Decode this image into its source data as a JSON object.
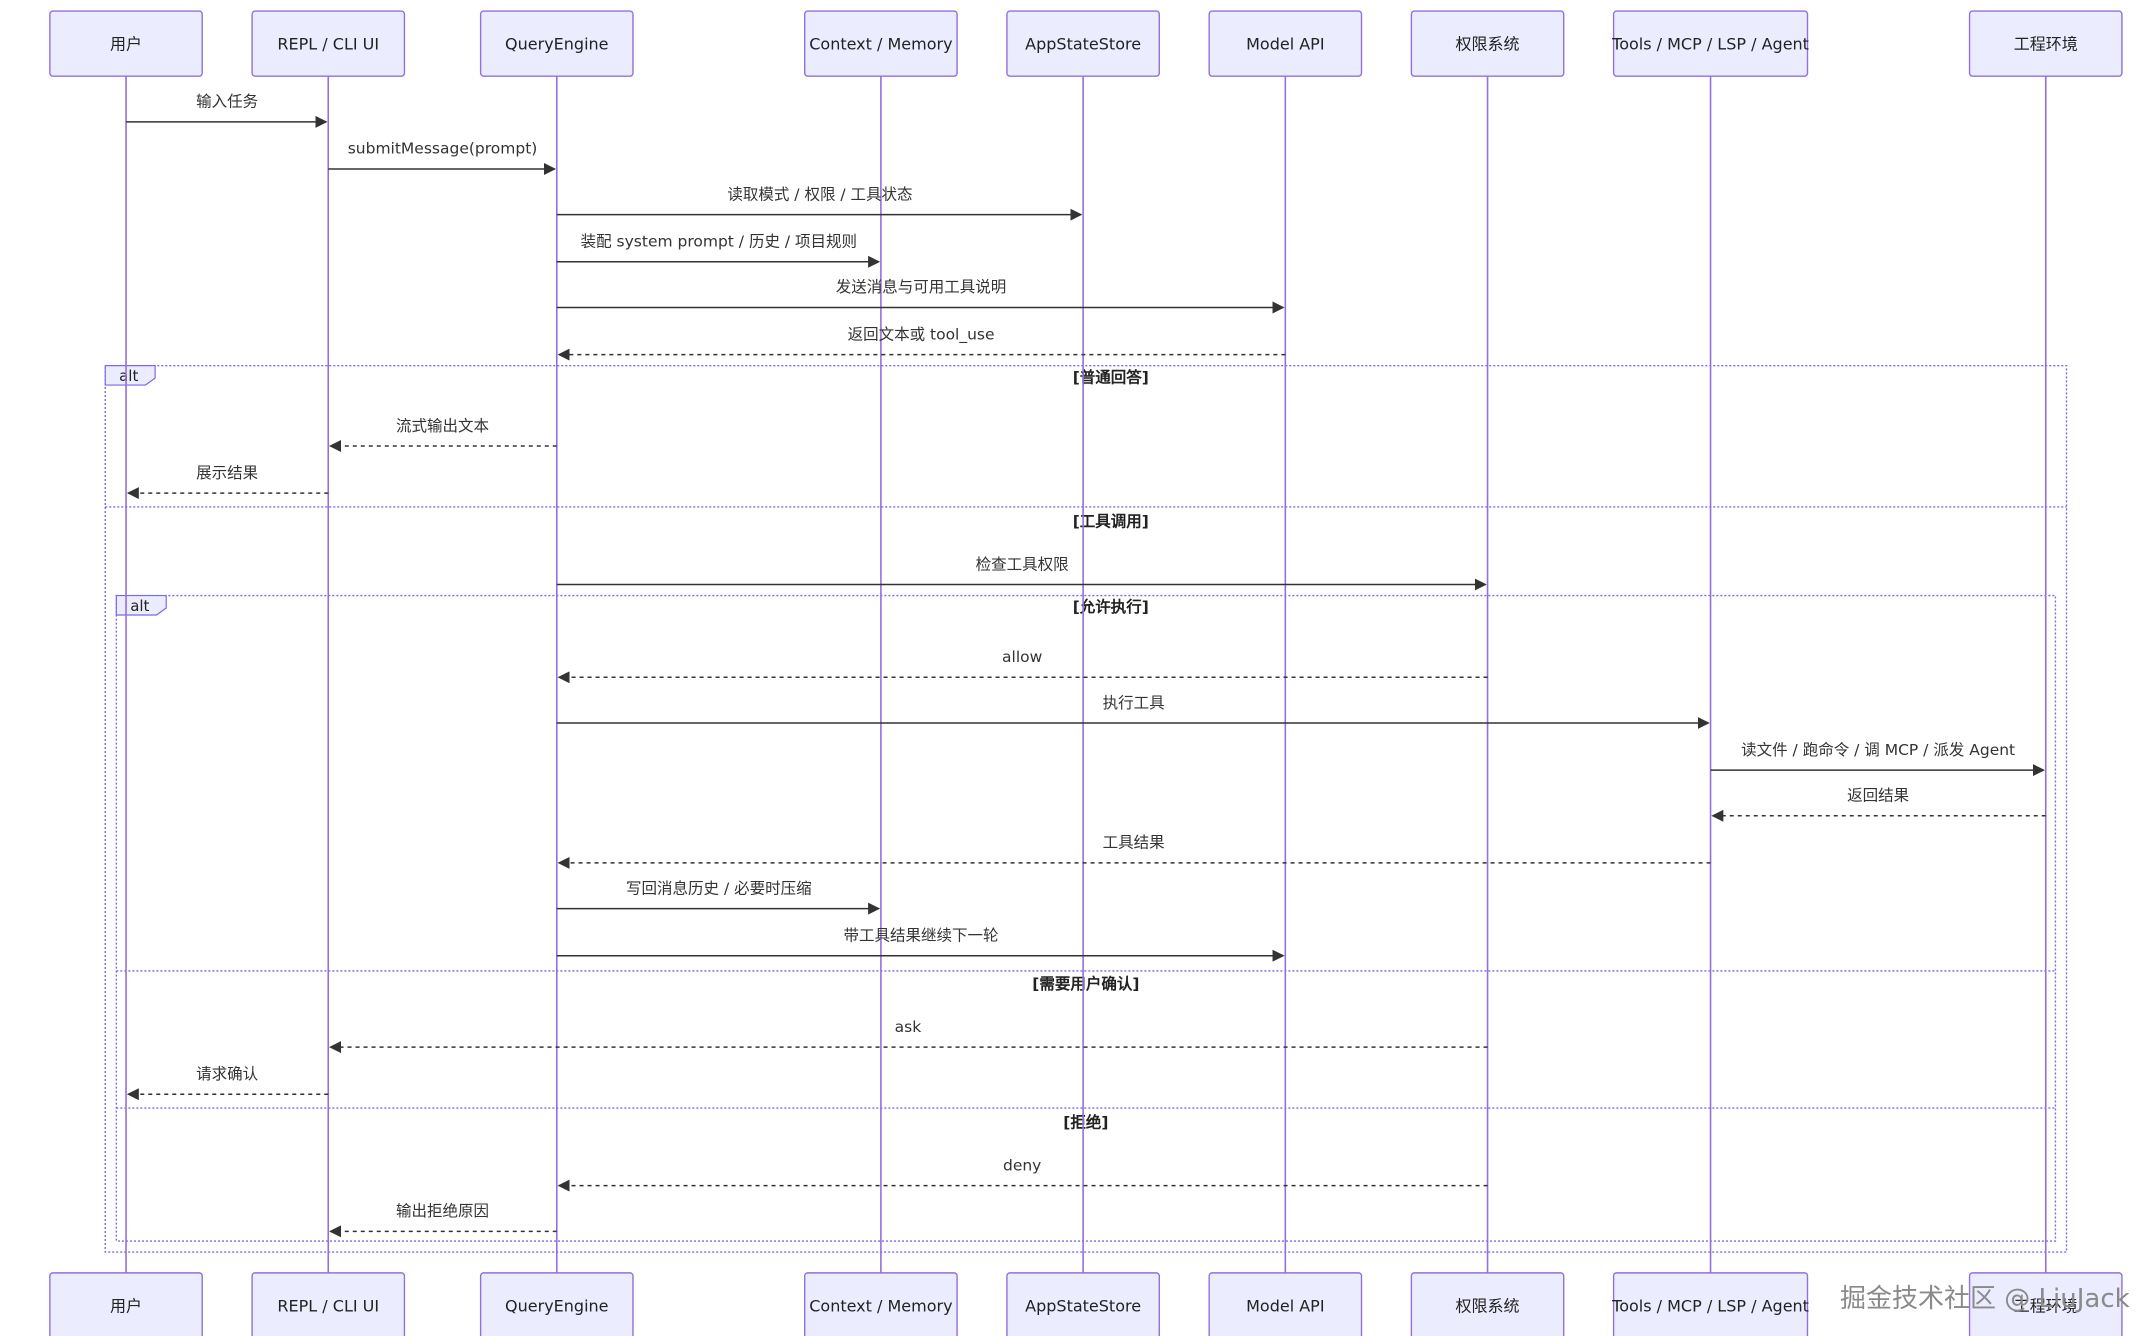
{
  "participants": [
    {
      "id": "user",
      "label": "用户"
    },
    {
      "id": "repl",
      "label": "REPL / CLI UI"
    },
    {
      "id": "qe",
      "label": "QueryEngine"
    },
    {
      "id": "ctx",
      "label": "Context / Memory"
    },
    {
      "id": "app",
      "label": "AppStateStore"
    },
    {
      "id": "model",
      "label": "Model API"
    },
    {
      "id": "perm",
      "label": "权限系统"
    },
    {
      "id": "tools",
      "label": "Tools / MCP / LSP / Agent"
    },
    {
      "id": "env",
      "label": "工程环境"
    }
  ],
  "messages": [
    {
      "from": "user",
      "to": "repl",
      "text": "输入任务",
      "style": "solid"
    },
    {
      "from": "repl",
      "to": "qe",
      "text": "submitMessage(prompt)",
      "style": "solid"
    },
    {
      "from": "qe",
      "to": "app",
      "text": "读取模式 / 权限 / 工具状态",
      "style": "solid"
    },
    {
      "from": "qe",
      "to": "ctx",
      "text": "装配 system prompt / 历史 / 项目规则",
      "style": "solid"
    },
    {
      "from": "qe",
      "to": "model",
      "text": "发送消息与可用工具说明",
      "style": "solid"
    },
    {
      "from": "model",
      "to": "qe",
      "text": "返回文本或 tool_use",
      "style": "dashed"
    },
    {
      "from": "qe",
      "to": "repl",
      "text": "流式输出文本",
      "style": "dashed"
    },
    {
      "from": "repl",
      "to": "user",
      "text": "展示结果",
      "style": "dashed"
    },
    {
      "from": "qe",
      "to": "perm",
      "text": "检查工具权限",
      "style": "solid"
    },
    {
      "from": "perm",
      "to": "qe",
      "text": "allow",
      "style": "dashed"
    },
    {
      "from": "qe",
      "to": "tools",
      "text": "执行工具",
      "style": "solid"
    },
    {
      "from": "tools",
      "to": "env",
      "text": "读文件 / 跑命令 / 调 MCP / 派发 Agent",
      "style": "solid"
    },
    {
      "from": "env",
      "to": "tools",
      "text": "返回结果",
      "style": "dashed"
    },
    {
      "from": "tools",
      "to": "qe",
      "text": "工具结果",
      "style": "dashed"
    },
    {
      "from": "qe",
      "to": "ctx",
      "text": "写回消息历史 / 必要时压缩",
      "style": "solid"
    },
    {
      "from": "qe",
      "to": "model",
      "text": "带工具结果继续下一轮",
      "style": "solid"
    },
    {
      "from": "perm",
      "to": "repl",
      "text": "ask",
      "style": "dashed"
    },
    {
      "from": "repl",
      "to": "user",
      "text": "请求确认",
      "style": "dashed"
    },
    {
      "from": "perm",
      "to": "qe",
      "text": "deny",
      "style": "dashed"
    },
    {
      "from": "qe",
      "to": "repl",
      "text": "输出拒绝原因",
      "style": "dashed"
    }
  ],
  "frames": [
    {
      "kind": "alt",
      "sections": [
        "[普通回答]",
        "[工具调用]"
      ]
    },
    {
      "kind": "alt",
      "sections": [
        "[允许执行]",
        "[需要用户确认]",
        "[拒绝]"
      ]
    }
  ],
  "watermark": "掘金技术社区 @ LiuJack",
  "colors": {
    "actor_fill": "#ECECFF",
    "actor_stroke": "#9370DB",
    "frame_stroke": "#7B68EE",
    "line": "#333333"
  }
}
